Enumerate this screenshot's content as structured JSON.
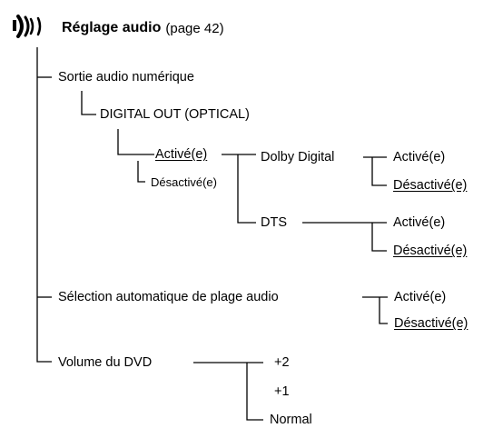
{
  "header": {
    "icon": "speaker-icon",
    "title": "Réglage audio",
    "page_ref": "(page 42)"
  },
  "tree": {
    "sortie_audio": "Sortie audio numérique",
    "digital_out": "DIGITAL OUT (OPTICAL)",
    "active_1": "Activé(e)",
    "desactive_1": "Désactivé(e)",
    "dolby": "Dolby Digital",
    "dolby_active": "Activé(e)",
    "dolby_desactive": "Désactivé(e)",
    "dts": "DTS",
    "dts_active": "Activé(e)",
    "dts_desactive": "Désactivé(e)",
    "selection": "Sélection automatique de plage audio",
    "sel_active": "Activé(e)",
    "sel_desactive": "Désactivé(e)",
    "volume": "Volume du DVD",
    "vol_plus2": "+2",
    "vol_plus1": "+1",
    "vol_normal": "Normal"
  }
}
